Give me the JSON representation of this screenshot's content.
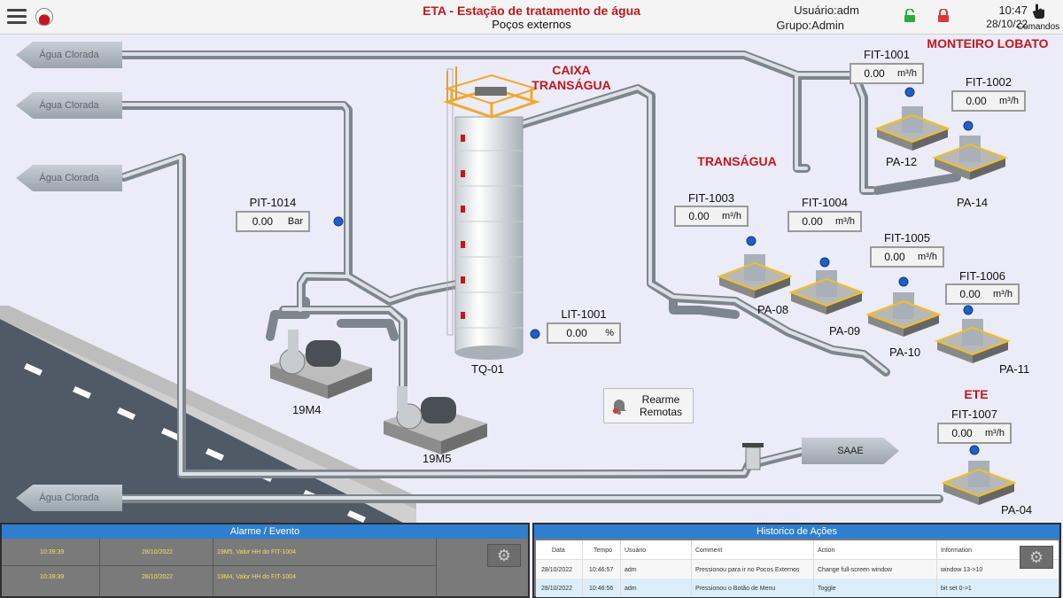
{
  "header": {
    "title": "ETA - Estação de tratamento de água",
    "subtitle": "Poços externos",
    "user": "Usuário:adm",
    "group": "Grupo:Admin",
    "time": "10:47",
    "date": "28/10/22",
    "commands_label": "Comandos"
  },
  "arrows": {
    "agua1": "Água Clorada",
    "agua2": "Água Clorada",
    "agua3": "Água Clorada",
    "agua4": "Água Clorada",
    "saae": "SAAE"
  },
  "areas": {
    "caixa1": "CAIXA",
    "caixa2": "TRANSÁGUA",
    "transagua": "TRANSÁGUA",
    "monteiro": "MONTEIRO LOBATO",
    "ete": "ETE"
  },
  "instruments": {
    "pit1014": {
      "tag": "PIT-1014",
      "value": "0.00",
      "unit": "Bar"
    },
    "lit1001": {
      "tag": "LIT-1001",
      "value": "0.00",
      "unit": "%"
    },
    "fit1001": {
      "tag": "FIT-1001",
      "value": "0.00",
      "unit": "m³/h"
    },
    "fit1002": {
      "tag": "FIT-1002",
      "value": "0.00",
      "unit": "m³/h"
    },
    "fit1003": {
      "tag": "FIT-1003",
      "value": "0.00",
      "unit": "m³/h"
    },
    "fit1004": {
      "tag": "FIT-1004",
      "value": "0.00",
      "unit": "m³/h"
    },
    "fit1005": {
      "tag": "FIT-1005",
      "value": "0.00",
      "unit": "m³/h"
    },
    "fit1006": {
      "tag": "FIT-1006",
      "value": "0.00",
      "unit": "m³/h"
    },
    "fit1007": {
      "tag": "FIT-1007",
      "value": "0.00",
      "unit": "m³/h"
    }
  },
  "equipment": {
    "tank": "TQ-01",
    "pump4": "19M4",
    "pump5": "19M5",
    "pa08": "PA-08",
    "pa09": "PA-09",
    "pa10": "PA-10",
    "pa11": "PA-11",
    "pa12": "PA-12",
    "pa14": "PA-14",
    "pa04": "PA-04"
  },
  "rearme": {
    "line1": "Rearme",
    "line2": "Remotas"
  },
  "alarm_panel": {
    "title": "Alarme / Evento",
    "rows": [
      {
        "time": "10:39:39",
        "date": "28/10/2022",
        "msg": "19M5, Valor HH do FIT-1004"
      },
      {
        "time": "10:39:39",
        "date": "28/10/2022",
        "msg": "19M4, Valor HH do FIT-1004"
      }
    ]
  },
  "history_panel": {
    "title": "Historico de Ações",
    "columns": [
      "Data",
      "Tempo",
      "Usuário",
      "Comment",
      "Action",
      "Information"
    ],
    "rows": [
      [
        "28/10/2022",
        "10:46:57",
        "adm",
        "Pressionou para ir no Pocos Externos",
        "Change full-screen window",
        "window 13->10"
      ],
      [
        "28/10/2022",
        "10:46:56",
        "adm",
        "Pressionou o Botão de Menu",
        "Toggle",
        "bit set 0->1"
      ]
    ]
  }
}
